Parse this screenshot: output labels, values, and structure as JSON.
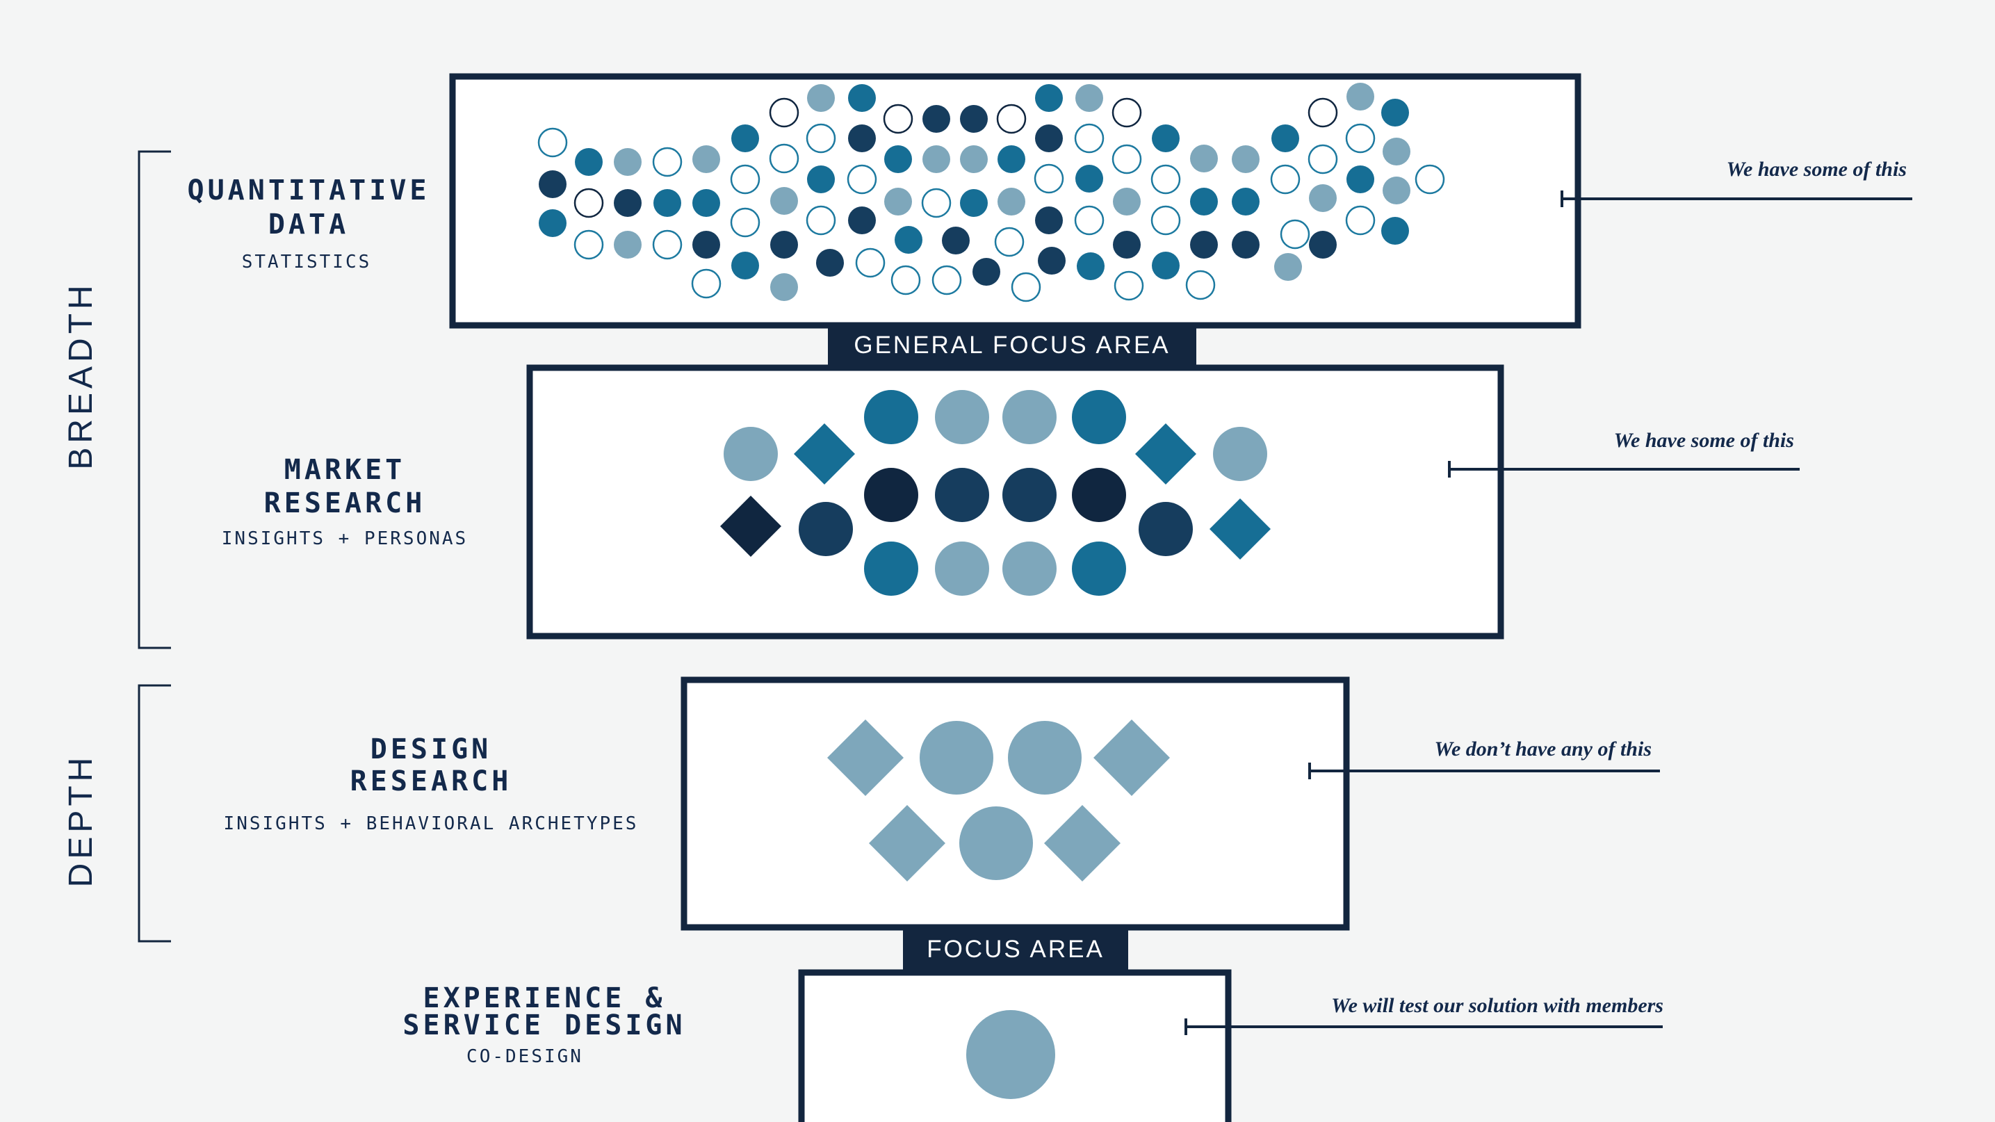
{
  "colors": {
    "navy": "#13294b",
    "frame": "#13263f",
    "darkest": "#102640",
    "dark": "#163d5e",
    "teal": "#166e95",
    "light": "#7ea7bb",
    "outline": "#1d7aa0",
    "background": "#f4f5f5"
  },
  "axis": {
    "breadth": "BREADTH",
    "depth": "DEPTH"
  },
  "tiers": [
    {
      "title": [
        "QUANTITATIVE",
        "DATA"
      ],
      "subtitle": "STATISTICS",
      "note": "We have some of this",
      "tab": "GENERAL FOCUS AREA"
    },
    {
      "title": [
        "MARKET",
        "RESEARCH"
      ],
      "subtitle": "INSIGHTS + PERSONAS",
      "note": "We have some of this"
    },
    {
      "title": [
        "DESIGN",
        "RESEARCH"
      ],
      "subtitle": "INSIGHTS + BEHAVIORAL ARCHETYPES",
      "note": "We don’t have any of this",
      "tab": "FOCUS AREA"
    },
    {
      "title": [
        "EXPERIENCE &",
        "SERVICE DESIGN"
      ],
      "subtitle": "CO-DESIGN",
      "note": "We will test our solution with members"
    }
  ]
}
